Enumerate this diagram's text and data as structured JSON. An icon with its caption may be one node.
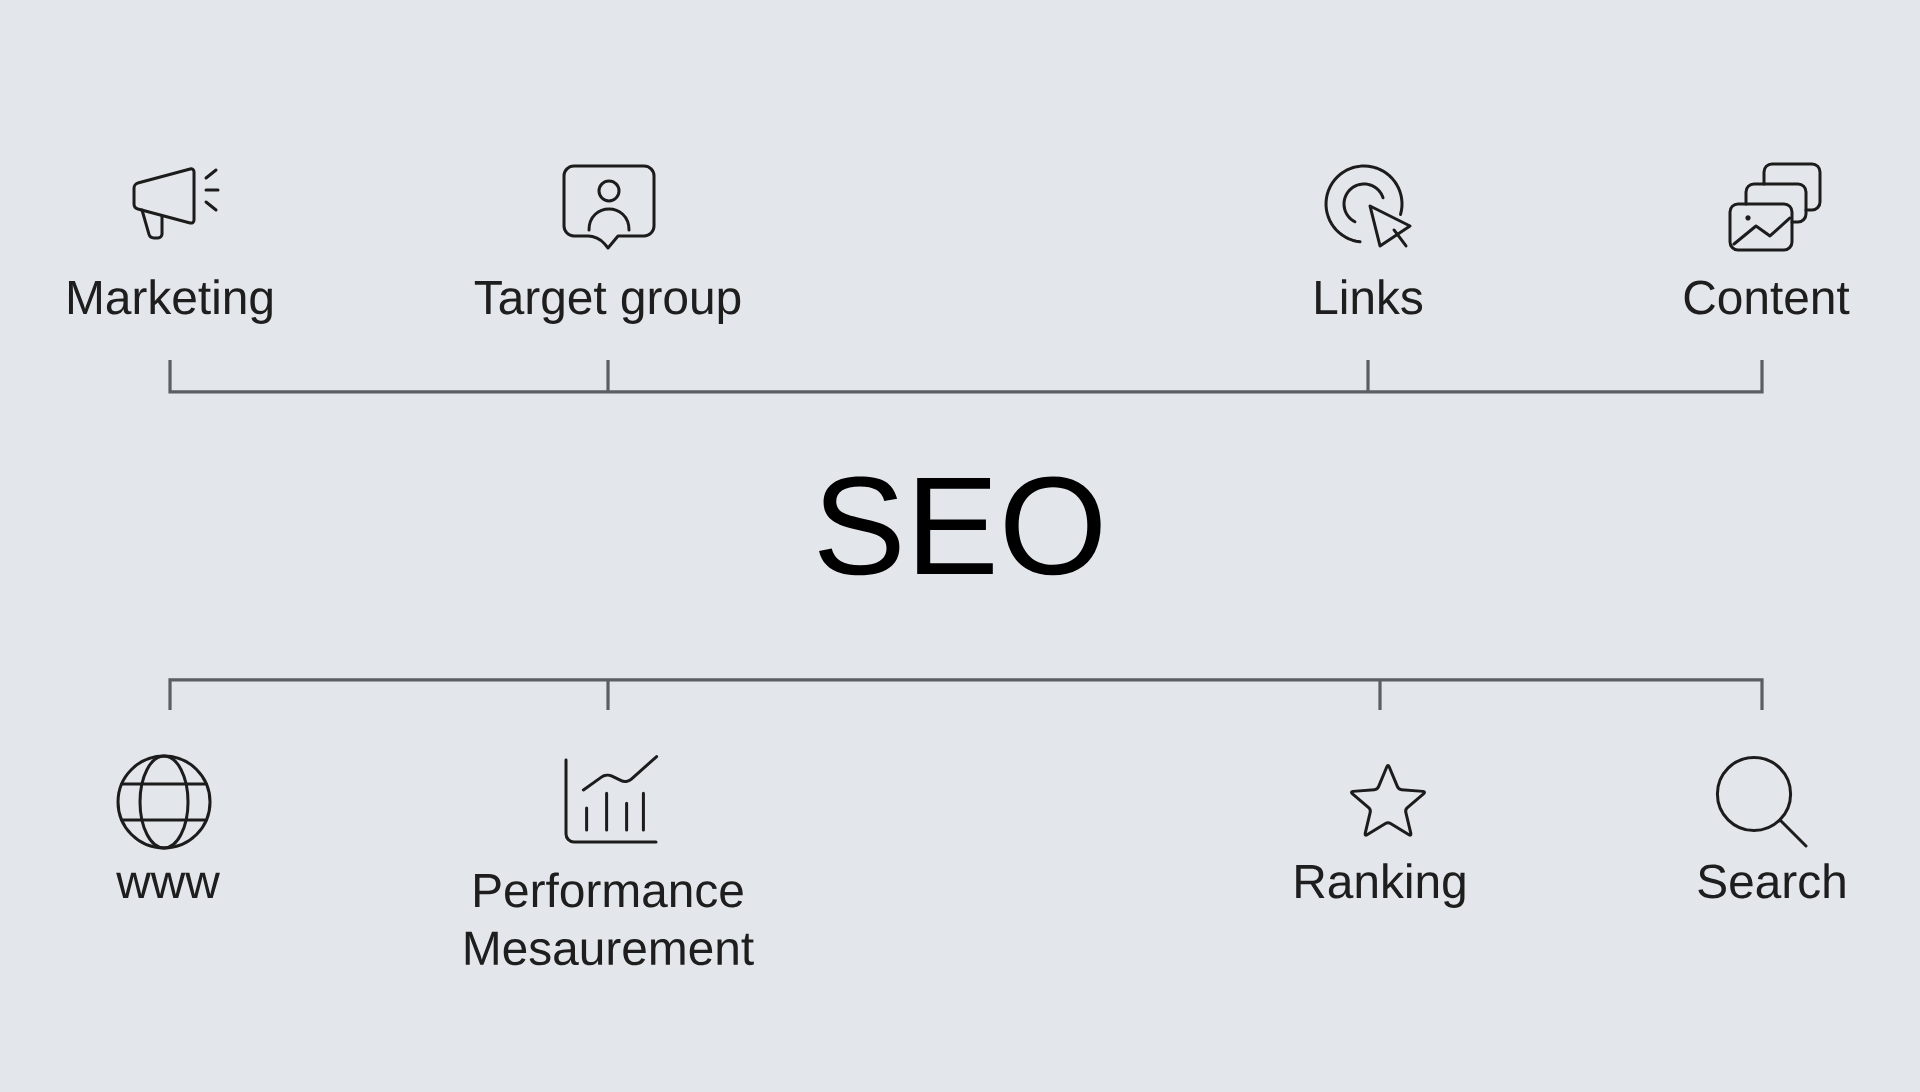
{
  "diagram": {
    "title": "SEO",
    "labels": [
      "Marketing",
      "Target group",
      "Links",
      "Content",
      "www",
      "Performance Mesaurement",
      "Ranking",
      "Search"
    ]
  }
}
